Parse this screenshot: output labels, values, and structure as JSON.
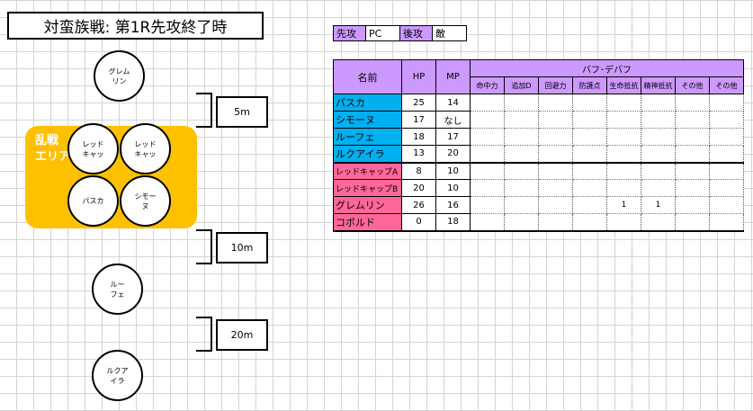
{
  "title": "対蛮族戦: 第1R先攻終了時",
  "zone_label": "乱戦\nエリア",
  "tokens": {
    "gremlin": "グレム\nリン",
    "redcap1": "レッド\nキャッ",
    "redcap2": "レッド\nキャッ",
    "pasuka": "パスカ",
    "shimone": "シモー\nヌ",
    "rufe": "ルー\nフェ",
    "rukuaira": "ルクア\nイラ"
  },
  "distances": [
    "5m",
    "10m",
    "20m"
  ],
  "turn": {
    "first_label": "先攻",
    "first_value": "PC",
    "second_label": "後攻",
    "second_value": "敵"
  },
  "stats": {
    "headers": {
      "name": "名前",
      "hp": "HP",
      "mp": "MP",
      "buff": "バフ･デバフ",
      "sub": [
        "命中力",
        "追加D",
        "回避力",
        "防護点",
        "生命抵抗",
        "精神抵抗",
        "その他",
        "その他"
      ]
    },
    "pcs": [
      {
        "name": "パスカ",
        "hp": "25",
        "mp": "14",
        "fx": [
          "",
          "",
          "",
          "",
          "",
          "",
          "",
          ""
        ]
      },
      {
        "name": "シモーヌ",
        "hp": "17",
        "mp": "なし",
        "fx": [
          "",
          "",
          "",
          "",
          "",
          "",
          "",
          ""
        ]
      },
      {
        "name": "ルーフェ",
        "hp": "18",
        "mp": "17",
        "fx": [
          "",
          "",
          "",
          "",
          "",
          "",
          "",
          ""
        ]
      },
      {
        "name": "ルクアイラ",
        "hp": "13",
        "mp": "20",
        "fx": [
          "",
          "",
          "",
          "",
          "",
          "",
          "",
          ""
        ]
      }
    ],
    "enemies": [
      {
        "name": "レッドキャップA",
        "hp": "8",
        "mp": "10",
        "fx": [
          "",
          "",
          "",
          "",
          "",
          "",
          "",
          ""
        ]
      },
      {
        "name": "レッドキャップB",
        "hp": "20",
        "mp": "10",
        "fx": [
          "",
          "",
          "",
          "",
          "",
          "",
          "",
          ""
        ]
      },
      {
        "name": "グレムリン",
        "hp": "26",
        "mp": "16",
        "fx": [
          "",
          "",
          "",
          "",
          "1",
          "1",
          "",
          ""
        ]
      },
      {
        "name": "コボルド",
        "hp": "0",
        "mp": "18",
        "fx": [
          "",
          "",
          "",
          "",
          "",
          "",
          "",
          ""
        ]
      }
    ]
  }
}
